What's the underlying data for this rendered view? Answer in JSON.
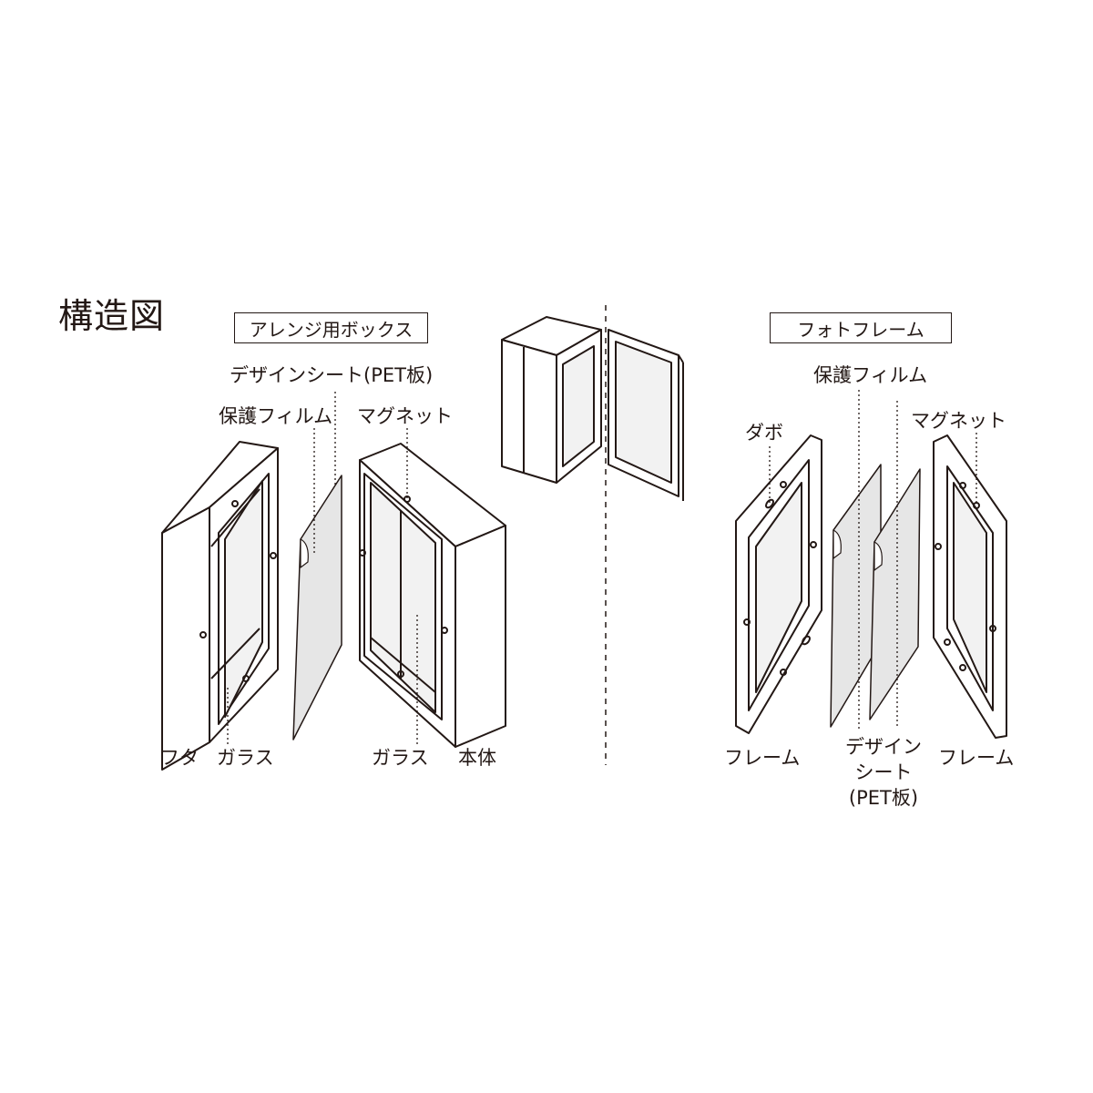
{
  "title": "構造図",
  "arrange_box": {
    "header": "アレンジ用ボックス",
    "labels": {
      "design_sheet": "デザインシート(PET板)",
      "protective_film": "保護フィルム",
      "magnet": "マグネット",
      "lid": "フタ",
      "glass_left": "ガラス",
      "glass_right": "ガラス",
      "body": "本体"
    }
  },
  "photo_frame": {
    "header": "フォトフレーム",
    "labels": {
      "protective_film": "保護フィルム",
      "dowel": "ダボ",
      "magnet": "マグネット",
      "frame_left": "フレーム",
      "frame_right": "フレーム",
      "design_sheet_line1": "デザイン",
      "design_sheet_line2": "シート",
      "design_sheet_line3": "(PET板)"
    }
  },
  "colors": {
    "line": "#231815",
    "sheet_fill": "#e6e6e6",
    "glass_fill": "#f2f2f2"
  }
}
